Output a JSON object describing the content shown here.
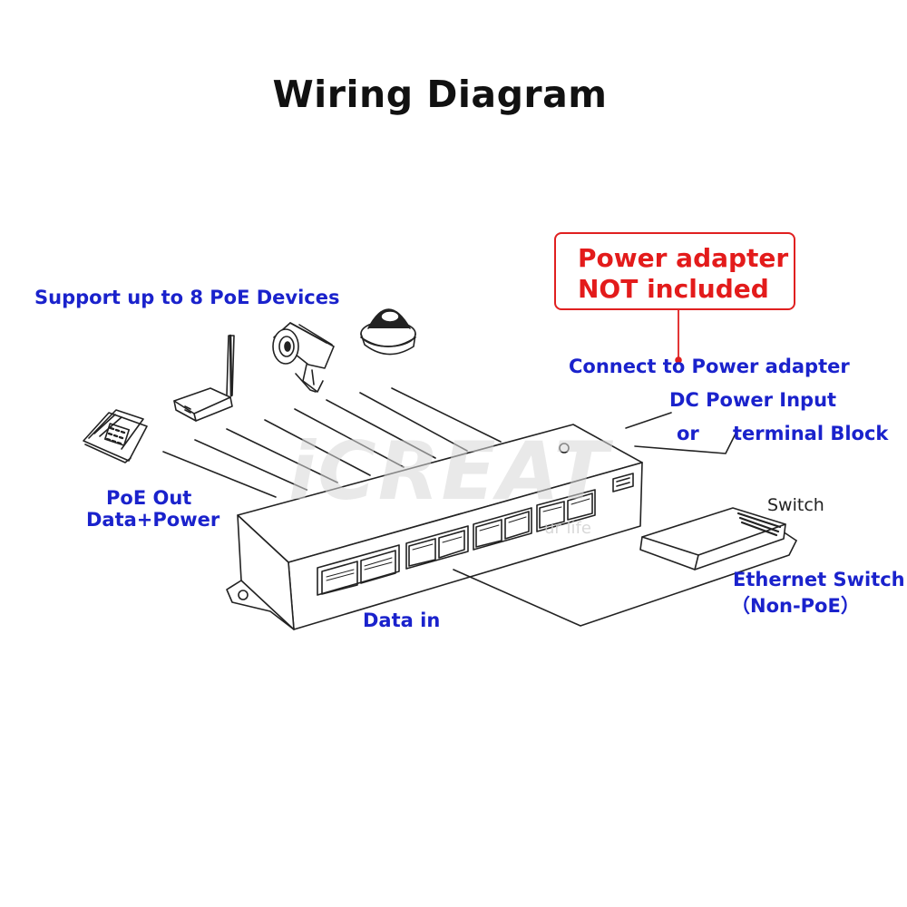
{
  "title": "Wiring Diagram",
  "warning": {
    "line1": "Power adapter",
    "line2": "NOT included"
  },
  "labels": {
    "support": "Support up to 8 PoE Devices",
    "connect_power": "Connect to Power adapter",
    "dc_input": "DC Power Input",
    "or": "or",
    "terminal_block": "terminal Block",
    "switch_tag": "Switch",
    "ethernet_switch": "Ethernet Switch",
    "non_poe": "（Non-PoE）",
    "poe_out_1": "PoE Out",
    "poe_out_2": "Data+Power",
    "data_in": "Data in"
  },
  "watermark": {
    "brand": "iCREAT",
    "tagline": "ur life"
  },
  "colors": {
    "label_blue": "#1a22cc",
    "warning_red": "#e31b1b",
    "line_art": "#222222"
  },
  "icons": [
    "telephone-icon",
    "wireless-ap-icon",
    "bullet-camera-icon",
    "dome-camera-icon",
    "poe-switch-icon",
    "ethernet-switch-icon"
  ]
}
